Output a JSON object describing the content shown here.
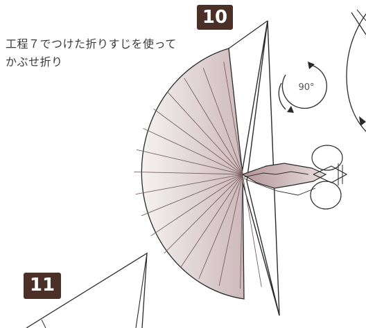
{
  "steps": {
    "step10": {
      "number": "10"
    },
    "step11": {
      "number": "11"
    }
  },
  "instruction": {
    "line1": "工程７でつけた折りすじを使って",
    "line2": "かぶせ折り"
  },
  "rotation": {
    "label": "90°"
  },
  "icons": {
    "rotate": "rotate-arrow-icon",
    "bird": "origami-bird-icon"
  },
  "colors": {
    "badge": "#4a3027",
    "paper_shade": "#8a6e6e",
    "ink": "#2a2a2a"
  }
}
